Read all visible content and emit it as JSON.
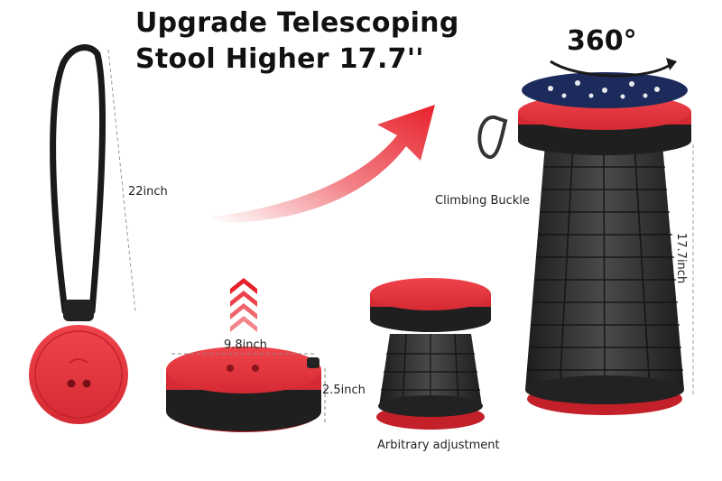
{
  "title": {
    "line1": "Upgrade Telescoping",
    "line2": "Stool Higher 17.7''"
  },
  "labels": {
    "rotation": "360°",
    "strap_length": "22inch",
    "collapsed_diameter": "9.8inch",
    "collapsed_height": "2.5inch",
    "extended_height": "17.7inch",
    "climbing_buckle": "Climbing Buckle",
    "arbitrary_adjustment": "Arbitrary adjustment"
  },
  "colors": {
    "stool_red": "#e5323c",
    "stool_black": "#2a2a2a",
    "arrow_red": "#e8212b",
    "cushion_navy": "#1d2a5c"
  }
}
